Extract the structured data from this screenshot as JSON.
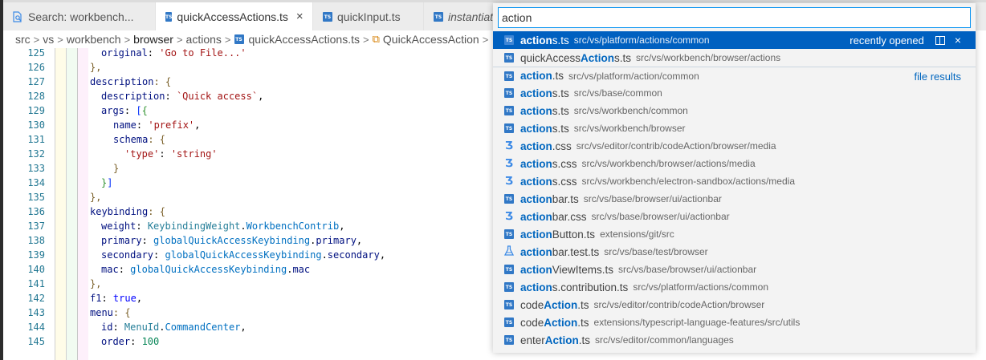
{
  "tabs": [
    {
      "label": "Search: workbench...",
      "icon": "search-file-icon",
      "active": false
    },
    {
      "label": "quickAccessActions.ts",
      "icon": "typescript-file-icon",
      "active": true,
      "close": "×"
    },
    {
      "label": "quickInput.ts",
      "icon": "typescript-file-icon",
      "active": false
    },
    {
      "label": "instantiat",
      "icon": "typescript-file-icon",
      "active": false,
      "italic": true
    }
  ],
  "breadcrumb": {
    "items": [
      "src",
      "vs",
      "workbench",
      "browser",
      "actions",
      "quickAccessActions.ts",
      "QuickAccessAction"
    ],
    "separator": ">"
  },
  "editor": {
    "line_numbers": [
      "125",
      "126",
      "127",
      "128",
      "129",
      "130",
      "131",
      "132",
      "133",
      "134",
      "135",
      "136",
      "137",
      "138",
      "139",
      "140",
      "141",
      "142",
      "143",
      "144",
      "145"
    ],
    "code": {
      "l125": {
        "prop": "original",
        "colon": ": ",
        "str": "'Go to File...'"
      },
      "l126": "},",
      "l127": {
        "prop": "description",
        "rest": ": {"
      },
      "l128": {
        "prop": "description",
        "colon": ": ",
        "str": "`Quick access`",
        "end": ","
      },
      "l129": {
        "prop": "args",
        "colon": ": ",
        "b1": "[",
        "b2": "{"
      },
      "l130": {
        "prop": "name",
        "colon": ": ",
        "str": "'prefix'",
        "end": ","
      },
      "l131": {
        "prop": "schema",
        "rest": ": {"
      },
      "l132": {
        "str1": "'type'",
        "colon": ": ",
        "str2": "'string'"
      },
      "l133": "}",
      "l134": {
        "b2": "}",
        "b1": "]"
      },
      "l135": "},",
      "l136": {
        "prop": "keybinding",
        "rest": ": {"
      },
      "l137": {
        "prop": "weight",
        "colon": ": ",
        "type1": "KeybindingWeight",
        "dot": ".",
        "type2": "WorkbenchContrib",
        "end": ","
      },
      "l138": {
        "prop": "primary",
        "colon": ": ",
        "obj": "globalQuickAccessKeybinding",
        "dot": ".",
        "member": "primary",
        "end": ","
      },
      "l139": {
        "prop": "secondary",
        "colon": ": ",
        "obj": "globalQuickAccessKeybinding",
        "dot": ".",
        "member": "secondary",
        "end": ","
      },
      "l140": {
        "prop": "mac",
        "colon": ": ",
        "obj": "globalQuickAccessKeybinding",
        "dot": ".",
        "member": "mac"
      },
      "l141": "},",
      "l142": {
        "prop": "f1",
        "colon": ": ",
        "kw": "true",
        "end": ","
      },
      "l143": {
        "prop": "menu",
        "rest": ": {"
      },
      "l144": {
        "prop": "id",
        "colon": ": ",
        "type1": "MenuId",
        "dot": ".",
        "type2": "CommandCenter",
        "end": ","
      },
      "l145": {
        "prop": "order",
        "colon": ": ",
        "num": "100"
      }
    }
  },
  "quick_open": {
    "input_value": "action",
    "results": [
      {
        "icon": "ts",
        "pre": "",
        "hl": "action",
        "post": "s.ts",
        "path": "src/vs/platform/actions/common",
        "right": "recently opened",
        "selected": true
      },
      {
        "icon": "ts",
        "pre": "quickAccess",
        "hl": "Action",
        "post": "s.ts",
        "path": "src/vs/workbench/browser/actions"
      },
      {
        "icon": "ts",
        "pre": "",
        "hl": "action",
        "post": ".ts",
        "path": "src/vs/platform/action/common",
        "right": "file results",
        "separator": true
      },
      {
        "icon": "ts",
        "pre": "",
        "hl": "action",
        "post": "s.ts",
        "path": "src/vs/base/common"
      },
      {
        "icon": "ts",
        "pre": "",
        "hl": "action",
        "post": "s.ts",
        "path": "src/vs/workbench/common"
      },
      {
        "icon": "ts",
        "pre": "",
        "hl": "action",
        "post": "s.ts",
        "path": "src/vs/workbench/browser"
      },
      {
        "icon": "css",
        "pre": "",
        "hl": "action",
        "post": ".css",
        "path": "src/vs/editor/contrib/codeAction/browser/media"
      },
      {
        "icon": "css",
        "pre": "",
        "hl": "action",
        "post": "s.css",
        "path": "src/vs/workbench/browser/actions/media"
      },
      {
        "icon": "css",
        "pre": "",
        "hl": "action",
        "post": "s.css",
        "path": "src/vs/workbench/electron-sandbox/actions/media"
      },
      {
        "icon": "ts",
        "pre": "",
        "hl": "action",
        "post": "bar.ts",
        "path": "src/vs/base/browser/ui/actionbar"
      },
      {
        "icon": "css",
        "pre": "",
        "hl": "action",
        "post": "bar.css",
        "path": "src/vs/base/browser/ui/actionbar"
      },
      {
        "icon": "ts",
        "pre": "",
        "hl": "action",
        "post": "Button.ts",
        "path": "extensions/git/src"
      },
      {
        "icon": "test",
        "pre": "",
        "hl": "action",
        "post": "bar.test.ts",
        "path": "src/vs/base/test/browser"
      },
      {
        "icon": "ts",
        "pre": "",
        "hl": "action",
        "post": "ViewItems.ts",
        "path": "src/vs/base/browser/ui/actionbar"
      },
      {
        "icon": "ts",
        "pre": "",
        "hl": "action",
        "post": "s.contribution.ts",
        "path": "src/vs/platform/actions/common"
      },
      {
        "icon": "ts",
        "pre": "code",
        "hl": "Action",
        "post": ".ts",
        "path": "src/vs/editor/contrib/codeAction/browser"
      },
      {
        "icon": "ts",
        "pre": "code",
        "hl": "Action",
        "post": ".ts",
        "path": "extensions/typescript-language-features/src/utils"
      },
      {
        "icon": "ts",
        "pre": "enter",
        "hl": "Action",
        "post": ".ts",
        "path": "src/vs/editor/common/languages"
      }
    ],
    "selected_row_actions": {
      "split": "open-to-side",
      "close": "×"
    }
  },
  "colors": {
    "selection": "#0060c0",
    "highlight": "#0066bf",
    "input_border": "#0090f1",
    "line_number": "#237893"
  },
  "icons": {
    "ts": "TS"
  }
}
